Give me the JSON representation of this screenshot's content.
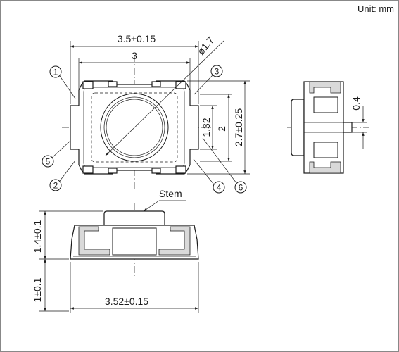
{
  "unit_label": "Unit: mm",
  "top_view": {
    "dim_overall_width": "3.5±0.15",
    "dim_inner_width": "3",
    "dim_diameter": "ø1.7",
    "dim_terminal_height": "1.32",
    "dim_mid_height": "2",
    "dim_overall_height": "2.7±0.25",
    "callouts": [
      "1",
      "2",
      "3",
      "4",
      "5",
      "6"
    ]
  },
  "side_view": {
    "dim_gap": "0.4"
  },
  "front_view": {
    "stem_label": "Stem",
    "dim_height": "1.4±0.1",
    "dim_base_height": "1±0.1",
    "dim_width": "3.52±0.15"
  }
}
